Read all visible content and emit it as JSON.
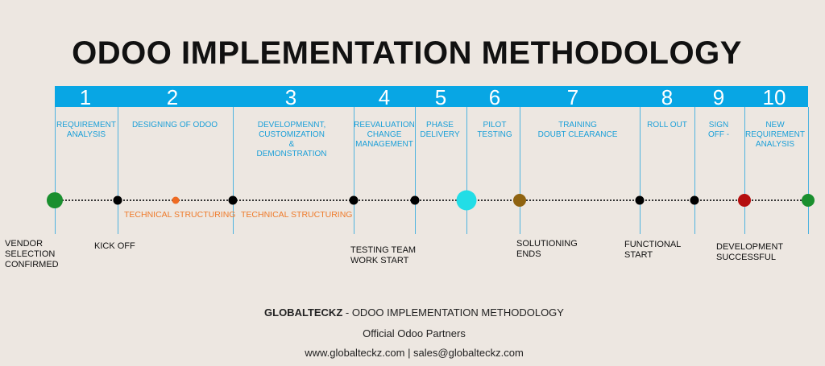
{
  "title": "ODOO IMPLEMENTATION METHODOLOGY",
  "phases": [
    {
      "num": "1",
      "label": "REQUIREMENT\nANALYSIS"
    },
    {
      "num": "2",
      "label": "DESIGNING OF ODOO"
    },
    {
      "num": "3",
      "label": "DEVELOPMENNT,\nCUSTOMIZATION\n&\nDEMONSTRATION"
    },
    {
      "num": "4",
      "label": "REEVALUATION\nCHANGE\nMANAGEMENT"
    },
    {
      "num": "5",
      "label": "PHASE\nDELIVERY"
    },
    {
      "num": "6",
      "label": "PILOT\nTESTING"
    },
    {
      "num": "7",
      "label": "TRAINING\nDOUBT CLEARANCE"
    },
    {
      "num": "8",
      "label": "ROLL OUT"
    },
    {
      "num": "9",
      "label": "SIGN\nOFF -"
    },
    {
      "num": "10",
      "label": "NEW\nREQUIREMENT\nANALYSIS"
    }
  ],
  "technical": [
    "TECHNICAL STRUCTURING",
    "TECHNICAL STRUCTURING"
  ],
  "milestones": [
    "VENDOR\nSELECTION\nCONFIRMED",
    "KICK OFF",
    "TESTING TEAM\nWORK START",
    "SOLUTIONING\nENDS",
    "FUNCTIONAL\nSTART",
    "DEVELOPMENT\nSUCCESSFUL"
  ],
  "colors": {
    "accent": "#08a6e4",
    "green": "#1a8f2e",
    "orange": "#ee6a22",
    "cyan": "#22dde6",
    "brown": "#8f6310",
    "red": "#b50f0f"
  },
  "footer": {
    "brand": "GLOBALTECKZ",
    "title_rest": " - ODOO IMPLEMENTATION METHODOLOGY",
    "partner": "Official Odoo Partners",
    "contact": "www.globalteckz.com | sales@globalteckz.com"
  }
}
